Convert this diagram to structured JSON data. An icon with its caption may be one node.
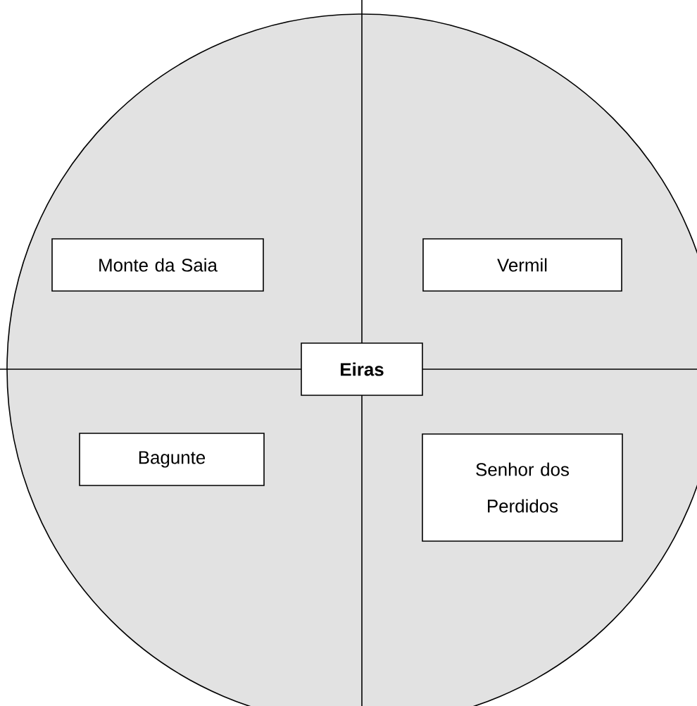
{
  "diagram": {
    "nodes": [
      {
        "text": [],
        "shape": "circle"
      },
      {
        "text": [
          "Monte da Saia"
        ],
        "in": 0
      },
      {
        "text": [
          "Vermil"
        ],
        "in": 0
      },
      {
        "text": [
          "Eiras"
        ],
        "in": 0
      },
      {
        "text": [
          "Bagunte"
        ],
        "in": 0
      },
      {
        "text": [
          "Senhor dos Perdidos"
        ],
        "in": 0
      }
    ]
  }
}
